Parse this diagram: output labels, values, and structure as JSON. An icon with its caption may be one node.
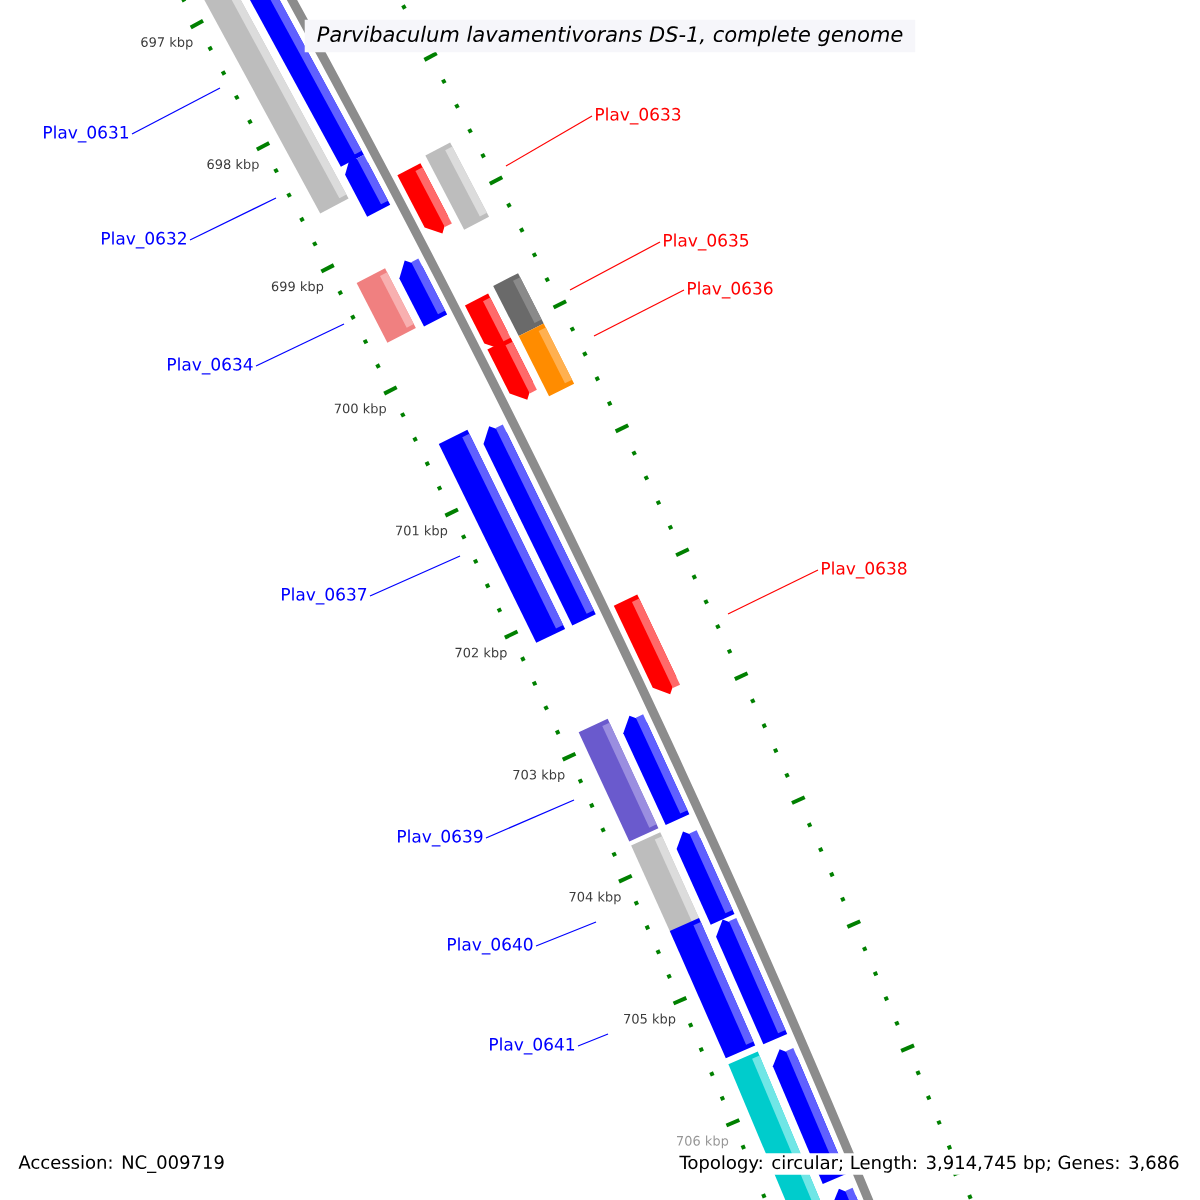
{
  "diagram": {
    "title": "Parvibaculum lavamentivorans DS-1, complete genome",
    "nodes": [
      {
        "text": [
          "Plav_0631"
        ]
      },
      {
        "text": [
          "Plav_0632"
        ]
      },
      {
        "text": [
          "Plav_0633"
        ]
      },
      {
        "text": [
          "Plav_0634"
        ]
      },
      {
        "text": [
          "Plav_0635"
        ]
      },
      {
        "text": [
          "Plav_0636"
        ]
      },
      {
        "text": [
          "Plav_0637"
        ]
      },
      {
        "text": [
          "Plav_0638"
        ]
      },
      {
        "text": [
          "Plav_0639"
        ]
      },
      {
        "text": [
          "Plav_0640"
        ]
      },
      {
        "text": [
          "Plav_0641"
        ]
      }
    ],
    "edges": [
      {
        "from": 0,
        "to": null,
        "arrow": "none"
      },
      {
        "from": 1,
        "to": null,
        "arrow": "none"
      },
      {
        "from": 2,
        "to": null,
        "arrow": "none",
        "color": "#ff0000"
      },
      {
        "from": 3,
        "to": null,
        "arrow": "none"
      },
      {
        "from": 4,
        "to": null,
        "arrow": "none",
        "color": "#ff0000"
      },
      {
        "from": 5,
        "to": null,
        "arrow": "none",
        "color": "#ff0000"
      },
      {
        "from": 6,
        "to": null,
        "arrow": "none"
      },
      {
        "from": 7,
        "to": null,
        "arrow": "none",
        "color": "#ff0000"
      },
      {
        "from": 8,
        "to": null,
        "arrow": "none"
      },
      {
        "from": 9,
        "to": null,
        "arrow": "none"
      },
      {
        "from": 10,
        "to": null,
        "arrow": "none"
      }
    ],
    "labels": [
      "697 kbp",
      "698 kbp",
      "699 kbp",
      "700 kbp",
      "701 kbp",
      "702 kbp",
      "703 kbp",
      "704 kbp",
      "705 kbp",
      "706 kbp",
      "Accession: NC_009719",
      "Topology: circular; Length: 3,914,745 bp; Genes: 3,686"
    ]
  }
}
